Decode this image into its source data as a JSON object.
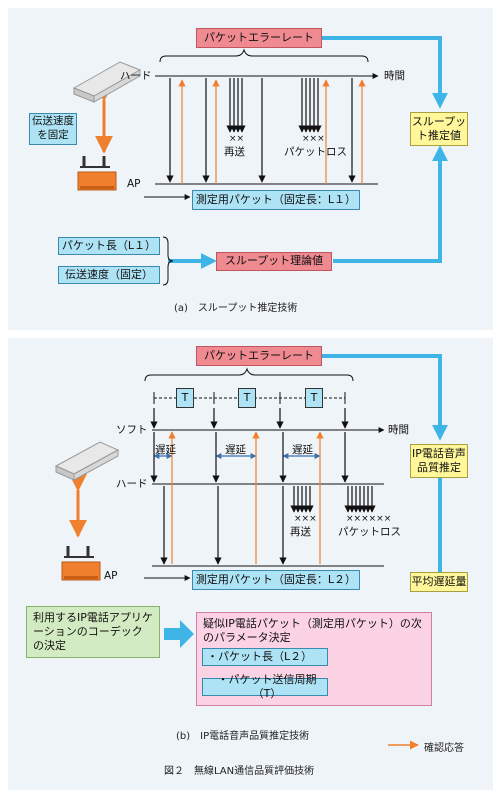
{
  "panel_a": {
    "packet_error_rate": "パケットエラーレート",
    "hard_label": "ハード",
    "time_label": "時間",
    "fix_speed": "伝送速度を固定",
    "ap_label": "AP",
    "retransmit_label": "再送",
    "retransmit_marks": "××",
    "packet_loss_label": "パケットロス",
    "loss_marks": "×××",
    "throughput_estimate": "スループット推定値",
    "measure_packet": "測定用パケット（固定長：L１）",
    "packet_length": "パケット長（L１）",
    "tx_speed_fixed": "伝送速度（固定）",
    "throughput_theory": "スループット理論値",
    "caption": "(a)　スループット推定技術"
  },
  "panel_b": {
    "packet_error_rate": "パケットエラーレート",
    "t_label": "T",
    "soft_label": "ソフト",
    "hard_label": "ハード",
    "time_label": "時間",
    "delay_label": "遅延",
    "voice_quality": "IP電話音声品質推定",
    "retransmit_label": "再送",
    "retransmit_marks": "×××",
    "packet_loss_label": "パケットロス",
    "loss_marks": "××××××",
    "ap_label": "AP",
    "measure_packet": "測定用パケット（固定長：L２）",
    "avg_delay": "平均遅延量",
    "codec_decision": "利用するIP電話アプリケーションのコーデックの決定",
    "param_decision": "疑似IP電話パケット（測定用パケット）の次のパラメータ決定",
    "param_length": "・パケット長（L２）",
    "param_period": "・パケット送信周期（T）",
    "caption": "(b)　IP電話音声品質推定技術"
  },
  "legend": {
    "ack": "確認応答"
  },
  "figure_caption": "図２　無線LAN通信品質評価技術",
  "colors": {
    "background": "#eef4f8",
    "pink": "#f08a91",
    "cyan_box": "#aee3f5",
    "yellow": "#fff799",
    "arrow_blue": "#3fb4e6",
    "arrow_orange": "#f07f2e",
    "green": "#d3ebc2",
    "light_pink": "#fbd3e4"
  }
}
